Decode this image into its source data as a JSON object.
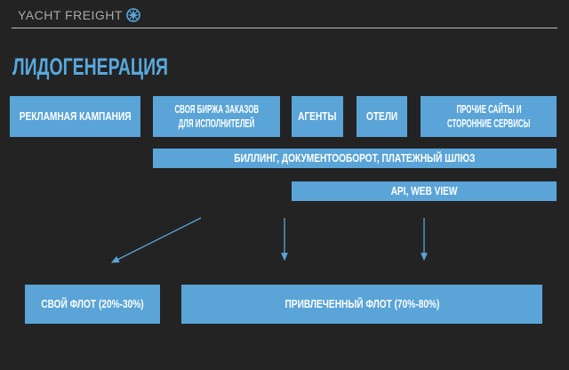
{
  "header": {
    "brand": "YACHT FREIGHT",
    "brand_icon": "compass-rose-icon"
  },
  "title": "ЛИДОГЕНЕРАЦИЯ",
  "sources": [
    {
      "label": "РЕКЛАМНАЯ КАМПАНИЯ"
    },
    {
      "label": "СВОЯ БИРЖА ЗАКАЗОВ",
      "label2": "ДЛЯ ИСПОЛНИТЕЛЕЙ"
    },
    {
      "label": "АГЕНТЫ"
    },
    {
      "label": "ОТЕЛИ"
    },
    {
      "label": "ПРОЧИЕ САЙТЫ И",
      "label2": "СТОРОННИЕ СЕРВИСЫ"
    }
  ],
  "layers": {
    "billing": "БИЛЛИНГ, ДОКУМЕНТООБОРОТ, ПЛАТЕЖНЫЙ ШЛЮЗ",
    "api": "API, WEB VIEW"
  },
  "targets": {
    "own_fleet": "СВОЙ ФЛОТ (20%-30%)",
    "hired_fleet": "ПРИВЛЕЧЕННЫЙ ФЛОТ (70%-80%)"
  },
  "colors": {
    "accent": "#5aa4d8",
    "background": "#232323"
  }
}
